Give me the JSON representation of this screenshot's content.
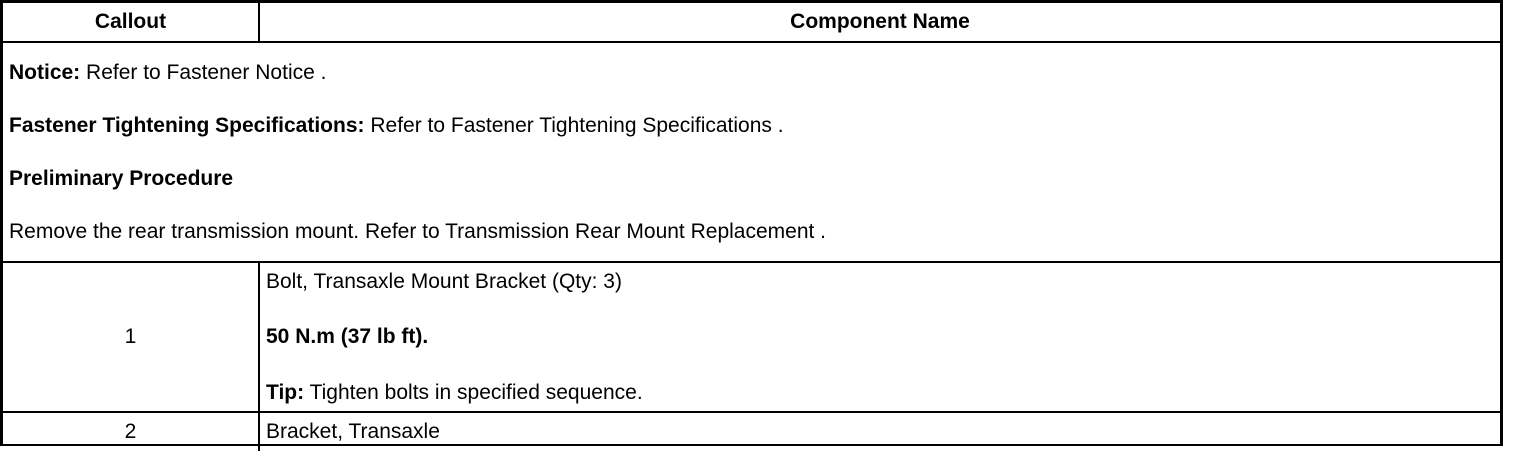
{
  "table": {
    "headers": {
      "callout": "Callout",
      "component": "Component Name"
    },
    "notes": {
      "notice_label": "Notice:",
      "notice_text": " Refer to Fastener Notice .",
      "fastener_label": "Fastener Tightening Specifications:",
      "fastener_text": " Refer to Fastener Tightening Specifications .",
      "preliminary_heading": "Preliminary Procedure",
      "preliminary_text": "Remove the rear transmission mount. Refer to Transmission Rear Mount Replacement ."
    },
    "rows": [
      {
        "callout": "1",
        "component": "Bolt, Transaxle Mount Bracket (Qty: 3)",
        "torque": "50 N.m (37 lb ft).",
        "tip_label": "Tip:",
        "tip_text": " Tighten bolts in specified sequence."
      },
      {
        "callout": "2",
        "component": "Bracket, Transaxle"
      }
    ]
  }
}
